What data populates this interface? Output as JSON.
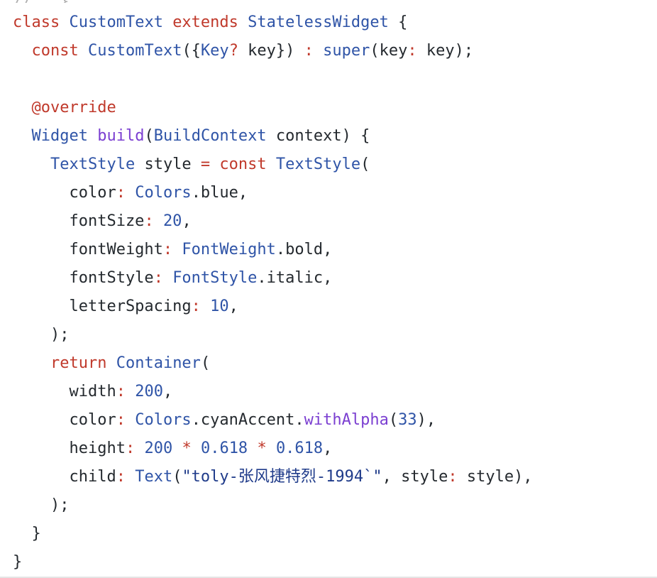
{
  "code_block": {
    "language": "dart",
    "colors": {
      "background": "#ffffff",
      "keyword": "#c0392b",
      "type": "#2f54a7",
      "function": "#7b3fd1",
      "number": "#2f54a7",
      "string": "#1f3b8a",
      "plain": "#24292e"
    },
    "lines": [
      {
        "tokens": [
          {
            "t": "class",
            "c": "k"
          },
          {
            "t": " ",
            "c": "p"
          },
          {
            "t": "CustomText",
            "c": "ty"
          },
          {
            "t": " ",
            "c": "p"
          },
          {
            "t": "extends",
            "c": "k"
          },
          {
            "t": " ",
            "c": "p"
          },
          {
            "t": "StatelessWidget",
            "c": "ty"
          },
          {
            "t": " {",
            "c": "p"
          }
        ]
      },
      {
        "tokens": [
          {
            "t": "  ",
            "c": "p"
          },
          {
            "t": "const",
            "c": "k"
          },
          {
            "t": " ",
            "c": "p"
          },
          {
            "t": "CustomText",
            "c": "ty"
          },
          {
            "t": "({",
            "c": "p"
          },
          {
            "t": "Key",
            "c": "ty"
          },
          {
            "t": "?",
            "c": "op"
          },
          {
            "t": " key}) ",
            "c": "p"
          },
          {
            "t": ":",
            "c": "op"
          },
          {
            "t": " ",
            "c": "p"
          },
          {
            "t": "super",
            "c": "ty"
          },
          {
            "t": "(key",
            "c": "p"
          },
          {
            "t": ":",
            "c": "op"
          },
          {
            "t": " key);",
            "c": "p"
          }
        ]
      },
      {
        "tokens": []
      },
      {
        "tokens": [
          {
            "t": "  ",
            "c": "p"
          },
          {
            "t": "@override",
            "c": "k"
          }
        ]
      },
      {
        "tokens": [
          {
            "t": "  ",
            "c": "p"
          },
          {
            "t": "Widget",
            "c": "ty"
          },
          {
            "t": " ",
            "c": "p"
          },
          {
            "t": "build",
            "c": "fn"
          },
          {
            "t": "(",
            "c": "p"
          },
          {
            "t": "BuildContext",
            "c": "ty"
          },
          {
            "t": " context) {",
            "c": "p"
          }
        ]
      },
      {
        "tokens": [
          {
            "t": "    ",
            "c": "p"
          },
          {
            "t": "TextStyle",
            "c": "ty"
          },
          {
            "t": " style ",
            "c": "p"
          },
          {
            "t": "=",
            "c": "op"
          },
          {
            "t": " ",
            "c": "p"
          },
          {
            "t": "const",
            "c": "k"
          },
          {
            "t": " ",
            "c": "p"
          },
          {
            "t": "TextStyle",
            "c": "ty"
          },
          {
            "t": "(",
            "c": "p"
          }
        ]
      },
      {
        "tokens": [
          {
            "t": "      color",
            "c": "p"
          },
          {
            "t": ":",
            "c": "op"
          },
          {
            "t": " ",
            "c": "p"
          },
          {
            "t": "Colors",
            "c": "ty"
          },
          {
            "t": ".blue,",
            "c": "p"
          }
        ]
      },
      {
        "tokens": [
          {
            "t": "      fontSize",
            "c": "p"
          },
          {
            "t": ":",
            "c": "op"
          },
          {
            "t": " ",
            "c": "p"
          },
          {
            "t": "20",
            "c": "n"
          },
          {
            "t": ",",
            "c": "p"
          }
        ]
      },
      {
        "tokens": [
          {
            "t": "      fontWeight",
            "c": "p"
          },
          {
            "t": ":",
            "c": "op"
          },
          {
            "t": " ",
            "c": "p"
          },
          {
            "t": "FontWeight",
            "c": "ty"
          },
          {
            "t": ".bold,",
            "c": "p"
          }
        ]
      },
      {
        "tokens": [
          {
            "t": "      fontStyle",
            "c": "p"
          },
          {
            "t": ":",
            "c": "op"
          },
          {
            "t": " ",
            "c": "p"
          },
          {
            "t": "FontStyle",
            "c": "ty"
          },
          {
            "t": ".italic,",
            "c": "p"
          }
        ]
      },
      {
        "tokens": [
          {
            "t": "      letterSpacing",
            "c": "p"
          },
          {
            "t": ":",
            "c": "op"
          },
          {
            "t": " ",
            "c": "p"
          },
          {
            "t": "10",
            "c": "n"
          },
          {
            "t": ",",
            "c": "p"
          }
        ]
      },
      {
        "tokens": [
          {
            "t": "    );",
            "c": "p"
          }
        ]
      },
      {
        "tokens": [
          {
            "t": "    ",
            "c": "p"
          },
          {
            "t": "return",
            "c": "k"
          },
          {
            "t": " ",
            "c": "p"
          },
          {
            "t": "Container",
            "c": "ty"
          },
          {
            "t": "(",
            "c": "p"
          }
        ]
      },
      {
        "tokens": [
          {
            "t": "      width",
            "c": "p"
          },
          {
            "t": ":",
            "c": "op"
          },
          {
            "t": " ",
            "c": "p"
          },
          {
            "t": "200",
            "c": "n"
          },
          {
            "t": ",",
            "c": "p"
          }
        ]
      },
      {
        "tokens": [
          {
            "t": "      color",
            "c": "p"
          },
          {
            "t": ":",
            "c": "op"
          },
          {
            "t": " ",
            "c": "p"
          },
          {
            "t": "Colors",
            "c": "ty"
          },
          {
            "t": ".cyanAccent.",
            "c": "p"
          },
          {
            "t": "withAlpha",
            "c": "fn"
          },
          {
            "t": "(",
            "c": "p"
          },
          {
            "t": "33",
            "c": "n"
          },
          {
            "t": "),",
            "c": "p"
          }
        ]
      },
      {
        "tokens": [
          {
            "t": "      height",
            "c": "p"
          },
          {
            "t": ":",
            "c": "op"
          },
          {
            "t": " ",
            "c": "p"
          },
          {
            "t": "200",
            "c": "n"
          },
          {
            "t": " ",
            "c": "p"
          },
          {
            "t": "*",
            "c": "op"
          },
          {
            "t": " ",
            "c": "p"
          },
          {
            "t": "0.618",
            "c": "n"
          },
          {
            "t": " ",
            "c": "p"
          },
          {
            "t": "*",
            "c": "op"
          },
          {
            "t": " ",
            "c": "p"
          },
          {
            "t": "0.618",
            "c": "n"
          },
          {
            "t": ",",
            "c": "p"
          }
        ]
      },
      {
        "tokens": [
          {
            "t": "      child",
            "c": "p"
          },
          {
            "t": ":",
            "c": "op"
          },
          {
            "t": " ",
            "c": "p"
          },
          {
            "t": "Text",
            "c": "ty"
          },
          {
            "t": "(",
            "c": "p"
          },
          {
            "t": "\"toly-张风捷特烈-1994`\"",
            "c": "s"
          },
          {
            "t": ", style",
            "c": "p"
          },
          {
            "t": ":",
            "c": "op"
          },
          {
            "t": " style),",
            "c": "p"
          }
        ]
      },
      {
        "tokens": [
          {
            "t": "    );",
            "c": "p"
          }
        ]
      },
      {
        "tokens": [
          {
            "t": "  }",
            "c": "p"
          }
        ]
      },
      {
        "tokens": [
          {
            "t": "}",
            "c": "p"
          }
        ]
      }
    ]
  }
}
